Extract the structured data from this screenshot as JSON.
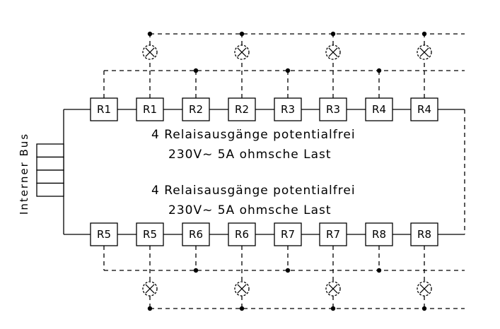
{
  "bus_label": "Interner Bus",
  "top_row": {
    "relays": [
      "R1",
      "R1",
      "R2",
      "R2",
      "R3",
      "R3",
      "R4",
      "R4"
    ],
    "description_line1": "4 Relaisausgänge potentialfrei",
    "description_line2": "230V~ 5A ohmsche Last"
  },
  "bottom_row": {
    "relays": [
      "R5",
      "R5",
      "R6",
      "R6",
      "R7",
      "R7",
      "R8",
      "R8"
    ],
    "description_line1": "4 Relaisausgänge potentialfrei",
    "description_line2": "230V~ 5A ohmsche Last"
  },
  "lamp_symbol": "lamp-icon",
  "colors": {
    "line": "#000000",
    "background": "#ffffff"
  }
}
